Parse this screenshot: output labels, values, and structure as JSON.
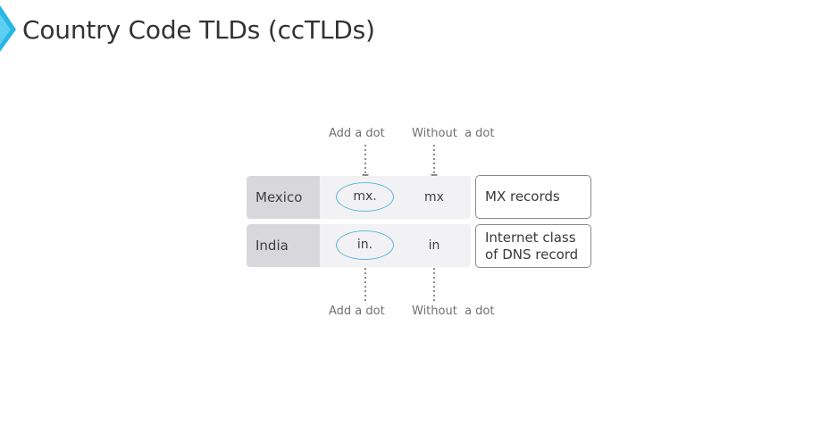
{
  "header": {
    "title": "Country Code TLDs (ccTLDs)",
    "accent_color": "#29b6e6"
  },
  "annotations": {
    "top_add_dot": "Add a dot",
    "top_without_dot": "Without  a dot",
    "bottom_add_dot": "Add a dot",
    "bottom_without_dot": "Without  a dot"
  },
  "rows": [
    {
      "country": "Mexico",
      "dotted_code": "mx.",
      "plain_code": "mx",
      "meaning": "MX records"
    },
    {
      "country": "India",
      "dotted_code": "in.",
      "plain_code": "in",
      "meaning": "Internet class\nof DNS record"
    }
  ],
  "colors": {
    "country_cell": "#d8d8dc",
    "row_background": "#f2f2f4",
    "oval_border": "#5bb7e0",
    "arrow": "#8a8a8a"
  }
}
